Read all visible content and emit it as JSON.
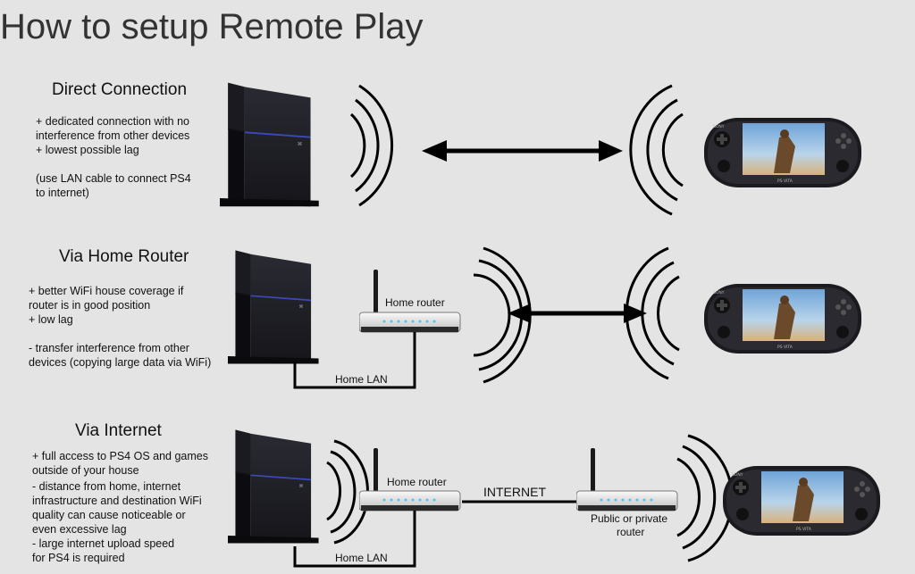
{
  "title": "How to setup Remote Play",
  "sections": [
    {
      "heading": "Direct Connection",
      "lines": [
        "+ dedicated connection with no",
        "interference from other devices",
        "+ lowest possible lag",
        "",
        "(use LAN cable to connect PS4",
        "to internet)"
      ]
    },
    {
      "heading": "Via Home Router",
      "lines": [
        "+ better WiFi house coverage if",
        "router is in good position",
        "+ low lag",
        "",
        "- transfer interference from other",
        "devices (copying large data via WiFi)"
      ]
    },
    {
      "heading": "Via Internet",
      "lines": [
        "+ full access to PS4 OS and games",
        "outside of your house",
        "- distance from home, internet",
        "infrastructure and destination WiFi",
        "quality can cause noticeable or",
        "even excessive lag",
        "- large internet upload speed",
        "for PS4 is required"
      ]
    }
  ],
  "labels": {
    "home_router_1": "Home router",
    "home_lan_1": "Home LAN",
    "home_router_2": "Home router",
    "internet": "INTERNET",
    "public_router_1": "Public or private",
    "public_router_2": "router",
    "home_lan_2": "Home LAN"
  },
  "vita_logo": "PS VITA",
  "vita_brand": "SONY",
  "colors": {
    "background": "#e4e4e4",
    "console": "#1c1c22",
    "console_light": "#3b4ab8",
    "router": "#e8e8e8",
    "router_led": "#4fc3e8"
  }
}
